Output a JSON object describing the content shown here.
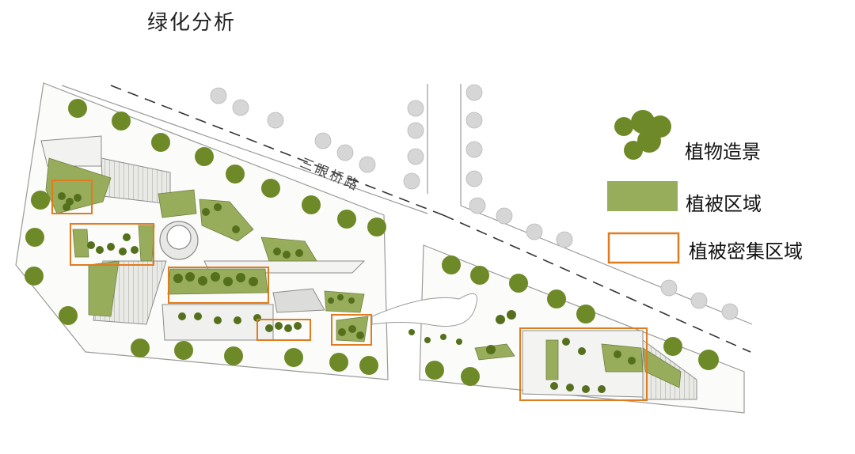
{
  "title": "绿化分析",
  "road_label": "三眼桥路",
  "legend": [
    {
      "key": "plants",
      "label": "植物造景",
      "icon": "tree-cluster-icon",
      "color": "#6e8a28"
    },
    {
      "key": "vegetation",
      "label": "植被区域",
      "icon": "green-swatch",
      "color": "#98ad5c"
    },
    {
      "key": "dense",
      "label": "植被密集区域",
      "icon": "orange-outline-box",
      "color": "#e07b1e"
    }
  ],
  "colors": {
    "tree": "#6e8a28",
    "tree_dark": "#55701c",
    "vegetation": "#98ad5c",
    "grey_tree": "#d4d4d4",
    "outline": "#e07b1e",
    "ground": "#f7f7f4"
  }
}
